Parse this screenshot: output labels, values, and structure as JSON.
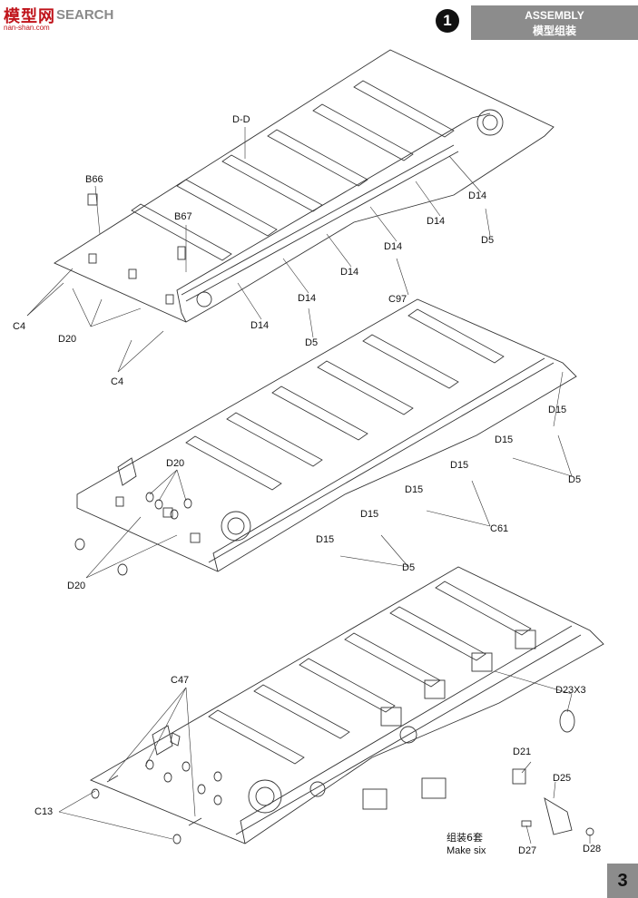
{
  "header": {
    "logo_cn": "模型网",
    "logo_en": "SEARCH",
    "logo_url": "nan-shan.com",
    "step_number": "1",
    "title_en": "ASSEMBLY",
    "title_cn": "模型组装"
  },
  "labels": {
    "dd": "D-D",
    "b66": "B66",
    "b67": "B67",
    "d14": "D14",
    "d5": "D5",
    "c97": "C97",
    "c4": "C4",
    "d20": "D20",
    "d15": "D15",
    "c61": "C61",
    "c47": "C47",
    "c13": "C13",
    "d23x3": "D23X3",
    "d21": "D21",
    "d25": "D25",
    "d27": "D27",
    "d28": "D28"
  },
  "note": {
    "cn": "组装6套",
    "en": "Make six"
  },
  "page_number": "3"
}
